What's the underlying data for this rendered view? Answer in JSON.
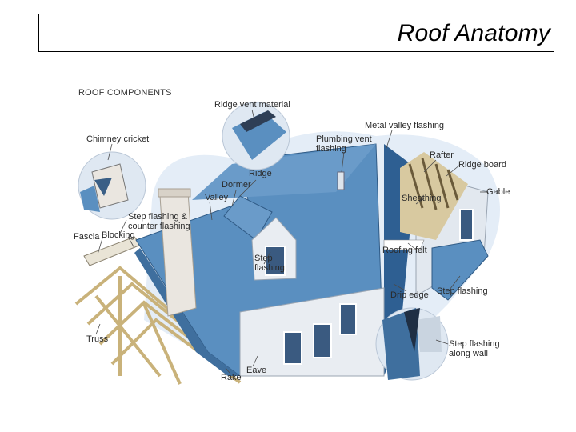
{
  "title": "Roof Anatomy",
  "diagram": {
    "heading": "ROOF COMPONENTS",
    "labels": {
      "ridge_vent_material": "Ridge vent material",
      "chimney_cricket": "Chimney cricket",
      "metal_valley_flashing": "Metal valley flashing",
      "plumbing_vent_flashing": "Plumbing vent\nflashing",
      "rafter": "Rafter",
      "ridge_board": "Ridge board",
      "ridge": "Ridge",
      "dormer": "Dormer",
      "valley": "Valley",
      "sheathing": "Sheathing",
      "gable": "Gable",
      "step_flashing_counter": "Step flashing &\ncounter flashing",
      "fascia": "Fascia",
      "blocking": "Blocking",
      "roofing_felt": "Roofing felt",
      "step_flashing_dormer": "Step\nflashing",
      "drip_edge": "Drip edge",
      "step_flashing_side": "Step flashing",
      "truss": "Truss",
      "step_flashing_wall": "Step flashing\nalong wall",
      "eave": "Eave",
      "rake": "Rake"
    },
    "colors": {
      "roof": "#5a8fc0",
      "roof_shadow": "#3f6f9e",
      "sky": "#dfe9f4",
      "wall": "#e9edf2",
      "chimney": "#eae6e0",
      "wood": "#e8d6a8"
    }
  }
}
